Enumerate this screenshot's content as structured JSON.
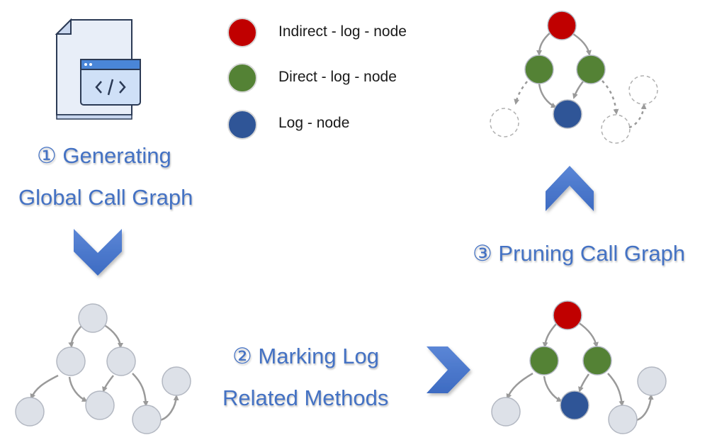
{
  "legend": {
    "items": [
      {
        "label": "Indirect - log - node",
        "color": "#c00000"
      },
      {
        "label": "Direct - log - node",
        "color": "#548235"
      },
      {
        "label": "Log - node",
        "color": "#2f5597"
      }
    ]
  },
  "steps": {
    "step1": {
      "line1": "① Generating",
      "line2": "Global Call Graph"
    },
    "step2": {
      "line1": "② Marking Log",
      "line2": "Related Methods"
    },
    "step3": {
      "line1": "③ Pruning Call Graph"
    }
  },
  "colors": {
    "indirect": "#c00000",
    "direct": "#548235",
    "log": "#2f5597",
    "plain": "#dde1e8",
    "accent": "#4472c4"
  },
  "icons": {
    "source_file": "source-code-file-icon",
    "arrow_down": "chevron-down-icon",
    "arrow_right": "chevron-right-icon",
    "arrow_up": "chevron-up-icon"
  }
}
